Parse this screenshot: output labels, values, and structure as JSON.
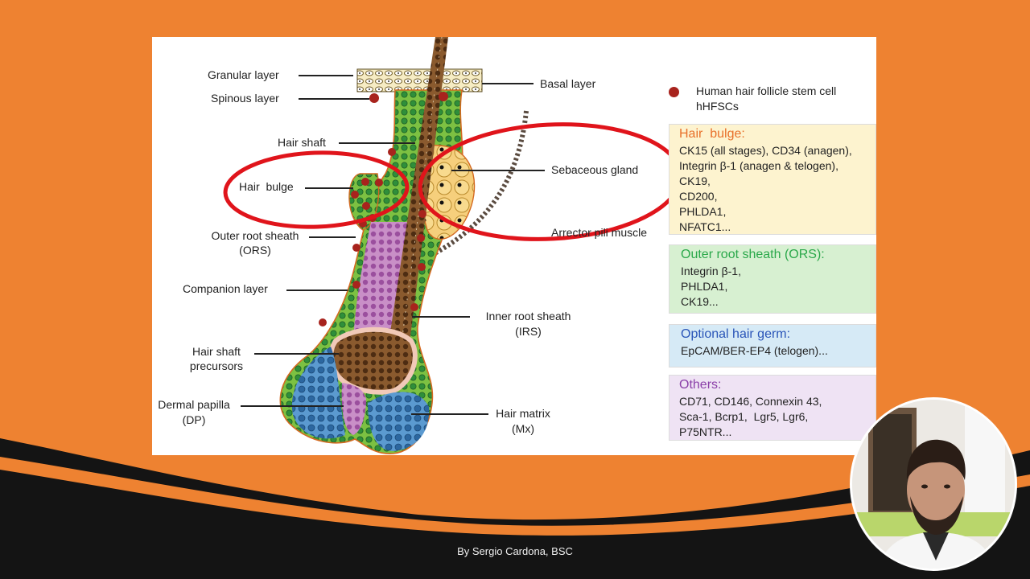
{
  "diagram": {
    "labels": {
      "granular_layer": "Granular layer",
      "spinous_layer": "Spinous layer",
      "basal_layer": "Basal layer",
      "hair_shaft": "Hair shaft",
      "hair_bulge": "Hair  bulge",
      "sebaceous_gland": "Sebaceous gland",
      "outer_root_sheath": "Outer root sheath",
      "outer_root_sheath_abbr": "(ORS)",
      "arrector_pili_muscle": "Arrector pili muscle",
      "companion_layer": "Companion layer",
      "inner_root_sheath": "Inner root sheath",
      "inner_root_sheath_abbr": "(IRS)",
      "hair_shaft_precursors_1": "Hair shaft",
      "hair_shaft_precursors_2": "precursors",
      "dermal_papilla": "Dermal papilla",
      "dermal_papilla_abbr": "(DP)",
      "hair_matrix": "Hair matrix",
      "hair_matrix_abbr": "(Mx)"
    },
    "legend": {
      "line1": "Human hair follicle stem cell",
      "line2": "hHFSCs",
      "dot_color": "#a8231d"
    }
  },
  "marker_boxes": [
    {
      "title": "Hair  bulge:",
      "title_color": "#e8702a",
      "bg": "#fdf3cf",
      "lines": [
        "CK15 (all stages), CD34 (anagen),",
        "Integrin β-1 (anagen & telogen),",
        "CK19,",
        "CD200,",
        "PHLDA1,",
        "NFATC1..."
      ]
    },
    {
      "title": "Outer root sheath (ORS):",
      "title_color": "#2aa84a",
      "bg": "#d7f0d1",
      "lines": [
        "Integrin β-1,",
        "PHLDA1,",
        "CK19..."
      ]
    },
    {
      "title": "Optional hair germ:",
      "title_color": "#2a55b8",
      "bg": "#d6eaf6",
      "lines": [
        "EpCAM/BER-EP4 (telogen)..."
      ]
    },
    {
      "title": "Others:",
      "title_color": "#8a3fa8",
      "bg": "#efe3f4",
      "lines": [
        "CD71, CD146, Connexin 43,",
        "Sca-1, Bcrp1,  Lgr5, Lgr6,",
        "P75NTR..."
      ]
    }
  ],
  "footer": {
    "credit": "By Sergio Cardona, BSC"
  },
  "colors": {
    "background": "#ee8231",
    "highlight_circle": "#e0141b"
  }
}
